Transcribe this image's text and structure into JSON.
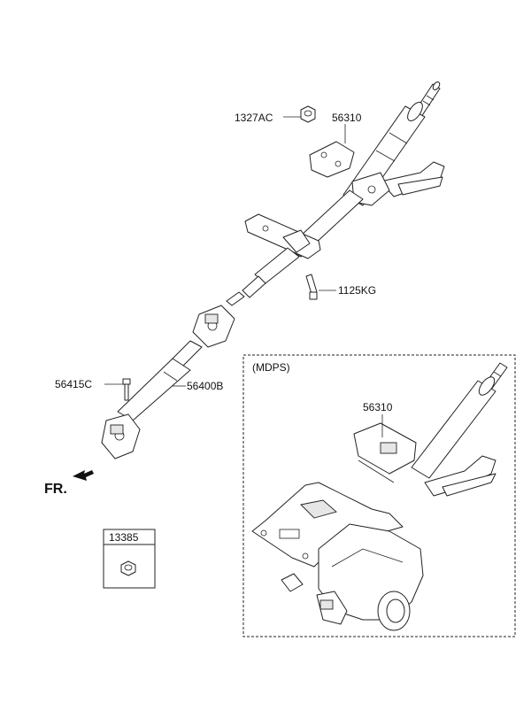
{
  "labels": {
    "nut_1327AC": "1327AC",
    "column_56310_top": "56310",
    "bolt_1125KG": "1125KG",
    "bolt_56415C": "56415C",
    "shaft_56400B": "56400B",
    "front": "FR.",
    "nut_13385": "13385",
    "mdps_title": "(MDPS)",
    "column_56310_mdps": "56310"
  }
}
